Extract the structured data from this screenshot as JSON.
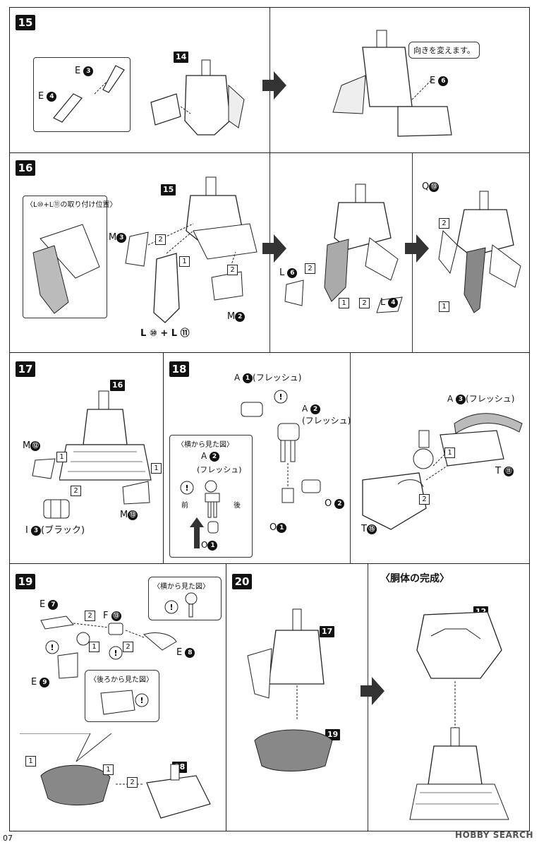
{
  "page_number": "07",
  "watermark": "HOBBY SEARCH",
  "steps": {
    "s15": {
      "number": "15",
      "ref": "14",
      "labels": {
        "e3": "E",
        "e3n": "3",
        "e4": "E",
        "e4n": "4",
        "e6": "E",
        "e6n": "6"
      },
      "note": "向きを変えます。"
    },
    "s16": {
      "number": "16",
      "ref": "15",
      "inset_title": "〈L⑩+L⑪の取り付け位置〉",
      "labels": {
        "m3": "M",
        "m3n": "3",
        "m2": "M",
        "m2n": "2",
        "l10l11": "L ⑩ + L ⑪",
        "l6": "L",
        "l6n": "6",
        "l4": "L",
        "l4n": "4",
        "q13": "Q",
        "q13n": "⑬"
      }
    },
    "s17": {
      "number": "17",
      "ref": "16",
      "labels": {
        "m12": "M",
        "m12n": "⑫",
        "m13": "M",
        "m13n": "⑬",
        "i3": "I",
        "i3n": "3",
        "i3c": "(ブラック)"
      }
    },
    "s18": {
      "number": "18",
      "labels": {
        "a1": "A",
        "a1n": "1",
        "a1c": "(フレッシュ)",
        "a2": "A",
        "a2n": "2",
        "a2c": "(フレッシュ)",
        "a3": "A",
        "a3n": "3",
        "a3c": "(フレッシュ)",
        "o1": "O",
        "o1n": "1",
        "o2": "O",
        "o2n": "2",
        "t11": "T",
        "t11n": "⑪",
        "t15": "T",
        "t15n": "⑮"
      },
      "inset_title": "〈横から見た図〉",
      "inset_a2": "A",
      "inset_a2n": "2",
      "inset_a2c": "(フレッシュ)",
      "front": "前",
      "back": "後",
      "inset_o1": "O",
      "inset_o1n": "1"
    },
    "s19": {
      "number": "19",
      "ref": "18",
      "labels": {
        "e7": "E",
        "e7n": "7",
        "f13": "F",
        "f13n": "⑬",
        "e8": "E",
        "e8n": "8",
        "e9": "E",
        "e9n": "9"
      },
      "side_title": "〈横から見た図〉",
      "back_title": "〈後ろから見た図〉"
    },
    "s20": {
      "number": "20",
      "ref17": "17",
      "ref19": "19",
      "ref12": "12",
      "complete_title": "〈胴体の完成〉"
    }
  },
  "order_marks": [
    "1",
    "2"
  ],
  "colors": {
    "ink": "#111111",
    "panel_border": "#222222",
    "arrow": "#333333"
  }
}
